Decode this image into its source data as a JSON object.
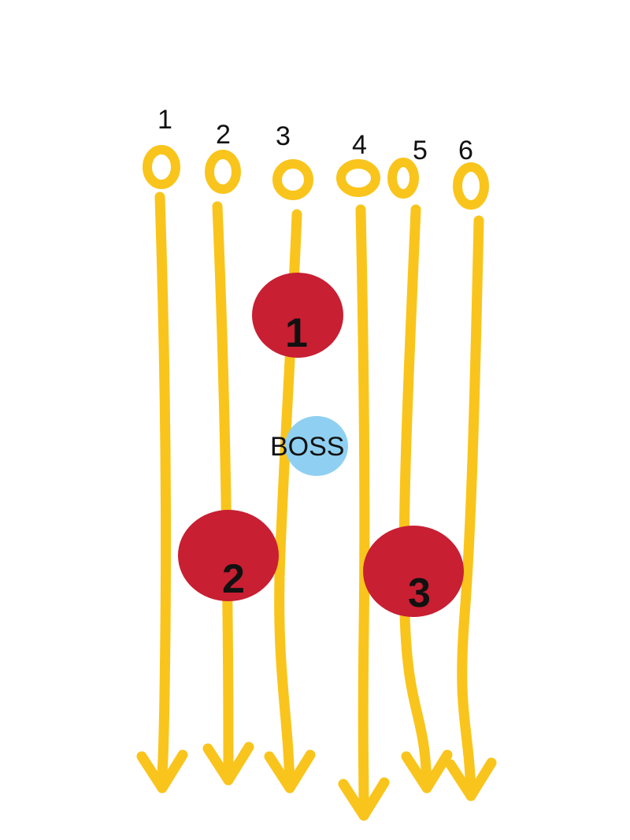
{
  "lanes": [
    {
      "label": "1"
    },
    {
      "label": "2"
    },
    {
      "label": "3"
    },
    {
      "label": "4"
    },
    {
      "label": "5"
    },
    {
      "label": "6"
    }
  ],
  "nodes": [
    {
      "label": "1"
    },
    {
      "label": "2"
    },
    {
      "label": "3"
    }
  ],
  "boss": {
    "label": "BOSS"
  },
  "colors": {
    "lane": "#f9c51c",
    "node": "#c81f32",
    "boss": "#8fd0f2",
    "text": "#111111"
  }
}
